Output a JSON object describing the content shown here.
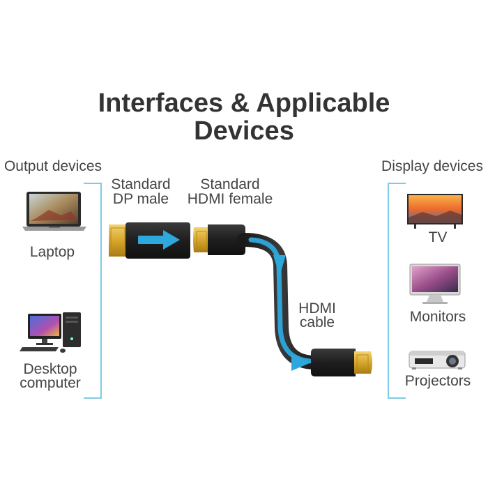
{
  "title": {
    "line1": "Interfaces & Applicable",
    "line2": "Devices"
  },
  "output_devices": {
    "heading": "Output devices",
    "items": [
      {
        "label": "Laptop"
      },
      {
        "label_line1": "Desktop",
        "label_line2": "computer"
      }
    ]
  },
  "display_devices": {
    "heading": "Display devices",
    "items": [
      {
        "label": "TV"
      },
      {
        "label": "Monitors"
      },
      {
        "label": "Projectors"
      }
    ]
  },
  "connectors": {
    "dp_line1": "Standard",
    "dp_line2": "DP male",
    "hdmi_line1": "Standard",
    "hdmi_line2": "HDMI female",
    "cable_line1": "HDMI",
    "cable_line2": "cable"
  },
  "colors": {
    "accent_blue": "#2ea8dc",
    "bracket": "#7fcbe6",
    "gold": "#d7a62a",
    "black": "#1e1e1e"
  }
}
